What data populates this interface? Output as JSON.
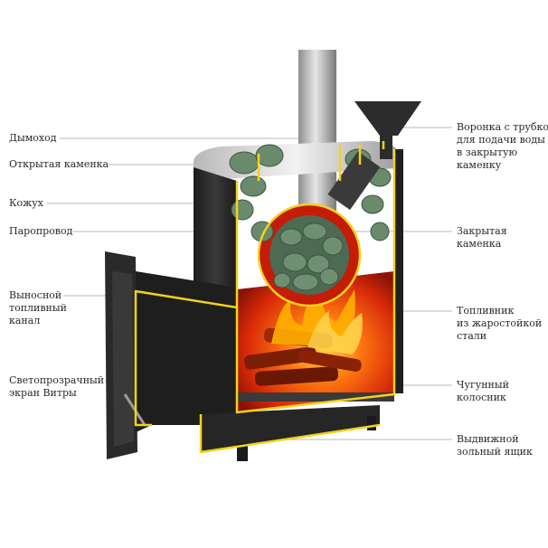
{
  "diagram": {
    "labels_left": [
      {
        "id": "chimney",
        "text": "Дымоход"
      },
      {
        "id": "open-heater",
        "text": "Открытая каменка"
      },
      {
        "id": "casing",
        "text": "Кожух"
      },
      {
        "id": "steam-pipe",
        "text": "Паропровод"
      },
      {
        "id": "remote-fuel-channel",
        "lines": [
          "Выносной",
          "топливный",
          "канал"
        ]
      },
      {
        "id": "vitra-screen",
        "lines": [
          "Светопрозрачный",
          "экран Витры"
        ]
      }
    ],
    "labels_right": [
      {
        "id": "water-funnel",
        "lines": [
          "Воронка с трубкой",
          "для подачи воды",
          "в закрытую",
          "каменку"
        ]
      },
      {
        "id": "closed-heater",
        "lines": [
          "Закрытая",
          "каменка"
        ]
      },
      {
        "id": "firebox",
        "lines": [
          "Топливник",
          "из жаростойкой",
          "стали"
        ]
      },
      {
        "id": "grate",
        "lines": [
          "Чугунный",
          "колосник"
        ]
      },
      {
        "id": "ash-drawer",
        "lines": [
          "Выдвижной",
          "зольный ящик"
        ]
      }
    ],
    "colors": {
      "outline": "#f2d21c",
      "fire": "#e5370a",
      "flame": "#ffb000",
      "steel": "#2b2b2b",
      "stones": "#5c7a60",
      "leader": "#9a9a9a"
    }
  }
}
